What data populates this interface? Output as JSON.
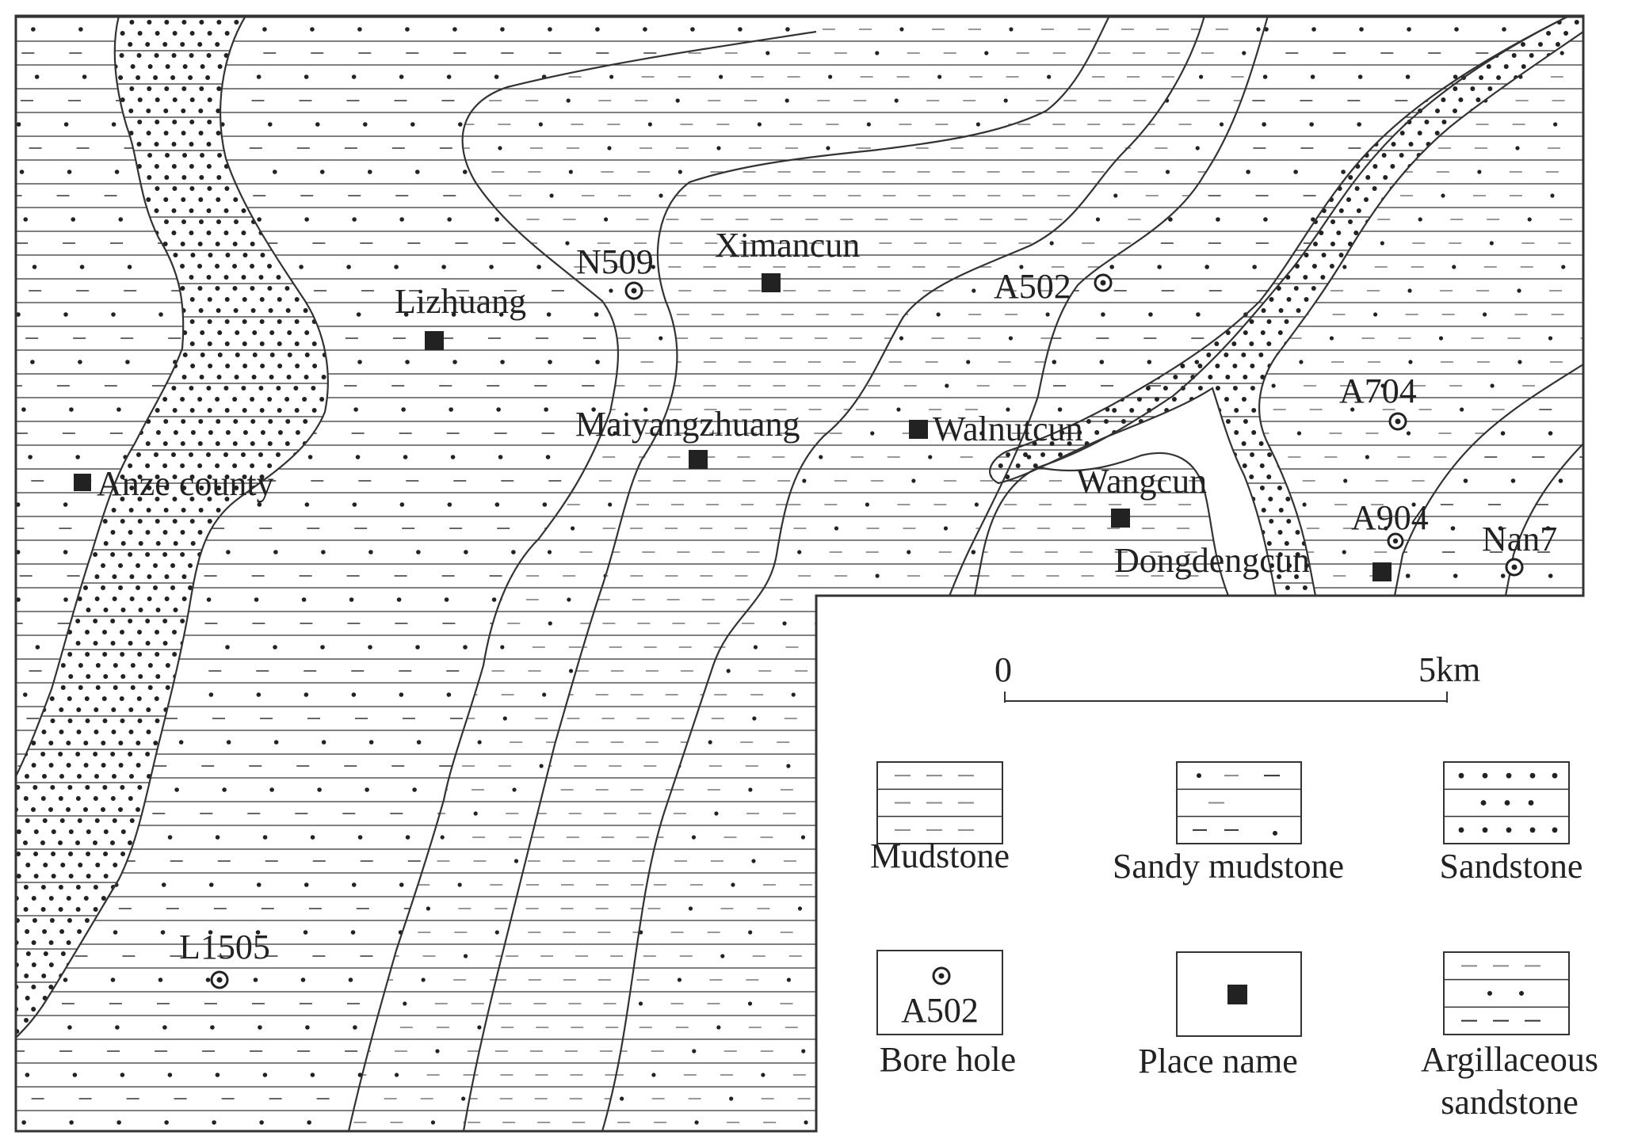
{
  "colors": {
    "line": "#333333",
    "grey_dash": "#8a8a8a",
    "ink": "#222222",
    "background": "#ffffff"
  },
  "map": {
    "place_names": [
      {
        "label": "Anze county",
        "symbol": "place-square"
      },
      {
        "label": "Lizhuang",
        "symbol": "place-square"
      },
      {
        "label": "Ximancun",
        "symbol": "place-square"
      },
      {
        "label": "Maiyangzhuang",
        "symbol": "place-square"
      },
      {
        "label": "Walnutcun",
        "symbol": "place-square"
      },
      {
        "label": "Wangcun",
        "symbol": "place-square"
      },
      {
        "label": "Dongdengcun",
        "symbol": "place-square"
      }
    ],
    "bore_holes": [
      {
        "label": "N509",
        "symbol": "bore-circle"
      },
      {
        "label": "A502",
        "symbol": "bore-circle"
      },
      {
        "label": "A704",
        "symbol": "bore-circle"
      },
      {
        "label": "A904",
        "symbol": "bore-circle"
      },
      {
        "label": "Nan7",
        "symbol": "bore-circle"
      },
      {
        "label": "L1505",
        "symbol": "bore-circle"
      }
    ]
  },
  "scale_bar": {
    "start_label": "0",
    "end_label": "5km"
  },
  "legend": {
    "items": [
      {
        "pattern": "mudstone",
        "label_lines": [
          "Mudstone"
        ]
      },
      {
        "pattern": "sandy-mudstone",
        "label_lines": [
          "Sandy mudstone"
        ]
      },
      {
        "pattern": "sandstone",
        "label_lines": [
          "Sandstone"
        ]
      },
      {
        "pattern": "bore-hole",
        "sample_text": "A502",
        "label_lines": [
          "Bore hole"
        ]
      },
      {
        "pattern": "place-name",
        "label_lines": [
          "Place name"
        ]
      },
      {
        "pattern": "argillaceous-sandstone",
        "label_lines": [
          "Argillaceous",
          "sandstone"
        ]
      }
    ]
  }
}
